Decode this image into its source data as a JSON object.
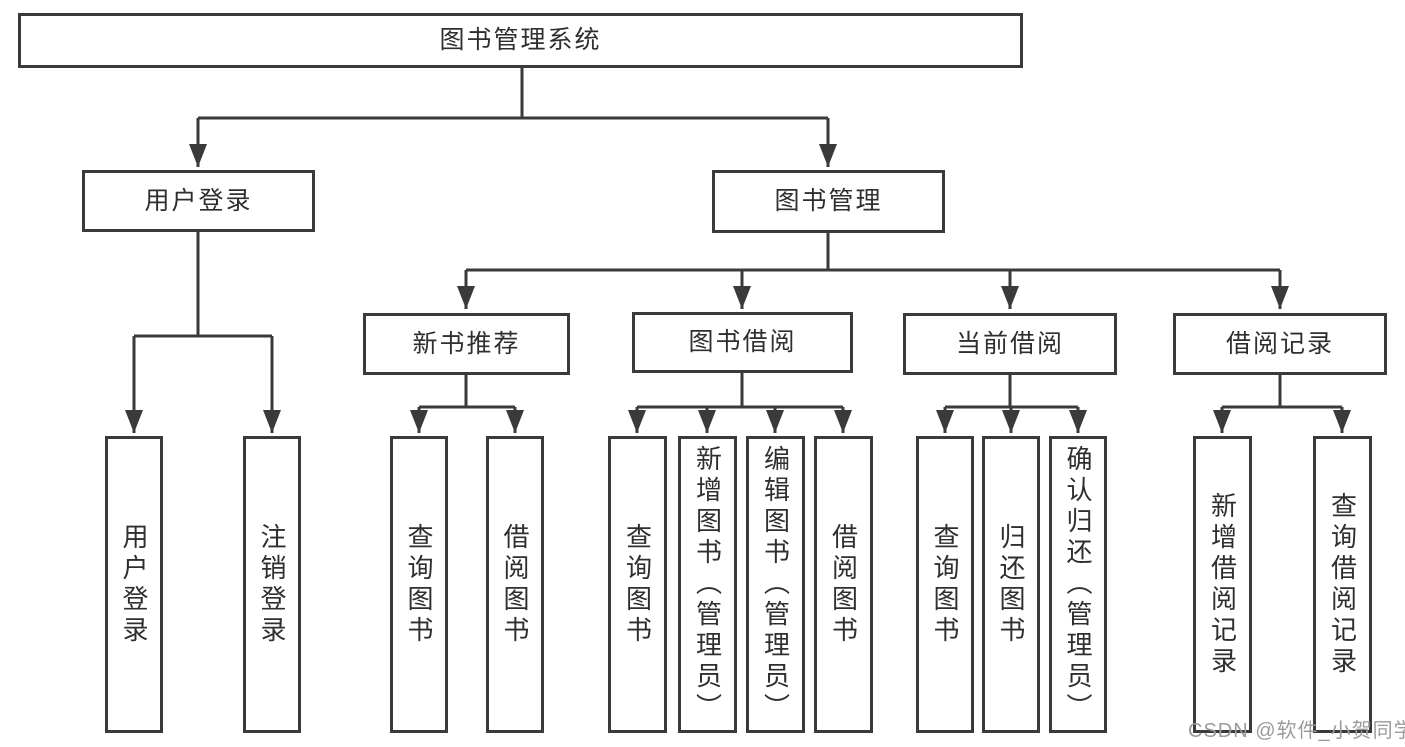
{
  "tree": {
    "label": "图书管理系统",
    "children": [
      {
        "label": "用户登录",
        "children": [
          {
            "label": "用户登录"
          },
          {
            "label": "注销登录"
          }
        ]
      },
      {
        "label": "图书管理",
        "children": [
          {
            "label": "新书推荐",
            "children": [
              {
                "label": "查询图书"
              },
              {
                "label": "借阅图书"
              }
            ]
          },
          {
            "label": "图书借阅",
            "children": [
              {
                "label": "查询图书"
              },
              {
                "label": "新增图书（管理员）"
              },
              {
                "label": "编辑图书（管理员）"
              },
              {
                "label": "借阅图书"
              }
            ]
          },
          {
            "label": "当前借阅",
            "children": [
              {
                "label": "查询图书"
              },
              {
                "label": "归还图书"
              },
              {
                "label": "确认归还（管理员）"
              }
            ]
          },
          {
            "label": "借阅记录",
            "children": [
              {
                "label": "新增借阅记录"
              },
              {
                "label": "查询借阅记录"
              }
            ]
          }
        ]
      }
    ]
  },
  "watermark": {
    "text": "CSDN @软件_小贺同学"
  },
  "colors": {
    "line": "#3a3a3a",
    "text": "#2f2f2f",
    "box_fill": "#ffffff",
    "background": "#ffffff",
    "watermark": "#9b9b9b"
  }
}
